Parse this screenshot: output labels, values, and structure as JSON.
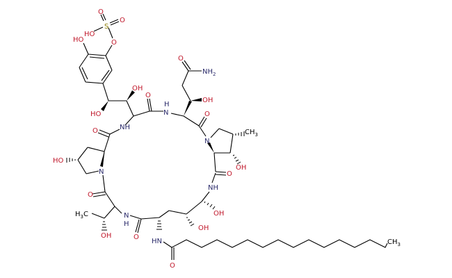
{
  "diagram": {
    "type": "chemical-structure",
    "description": "Cyclic lipohexapeptide with sulfated dihydroxyphenyl group, hydroxyproline, 3-hydroxy-4-methylproline, asparagine-derived side chain and palmitoyl (C16) fatty acyl chain",
    "colors": {
      "oxygen": "#c0182b",
      "nitrogen": "#2b2b6b",
      "sulfur": "#8a7a00",
      "bond": "#000000"
    },
    "labels": {
      "sulfate_ho": "HO",
      "sulfate_s": "S",
      "sulfate_o1": "O",
      "sulfate_o2": "O",
      "aryl_ester_o": "O",
      "phenol_ho": "HO",
      "benzylic_ho": "HO",
      "beta_oh": "OH",
      "amide1_o": "O",
      "amide1_nh": "N",
      "amide1_h": "H",
      "asn_amide_o": "O",
      "asn_nh2": "NH",
      "asn_nh2_sub": "2",
      "asn_beta_oh": "OH",
      "asn_co_o": "O",
      "mepro_n": "N",
      "mepro_ch3": "CH",
      "mepro_ch3_sub": "3",
      "mepro_oh": "OH",
      "mepro_co_o": "O",
      "orn_nh": "NH",
      "orn_oh1": "OH",
      "orn_oh2": "OH",
      "hyp_nh": "NH",
      "hyp_co_o": "O",
      "hyp_ho": "HO",
      "hyp_n": "N",
      "thr_co_o": "O",
      "thr_h3c": "H",
      "thr_h3c_sub": "3",
      "thr_h3c_c": "C",
      "thr_oh": "OH",
      "thr_nh": "N",
      "thr_nh_h": "H",
      "ring_co_o": "O",
      "acyl_hn": "HN",
      "acyl_o": "O",
      "chain_ch3": "CH",
      "chain_ch3_sub": "3"
    }
  }
}
